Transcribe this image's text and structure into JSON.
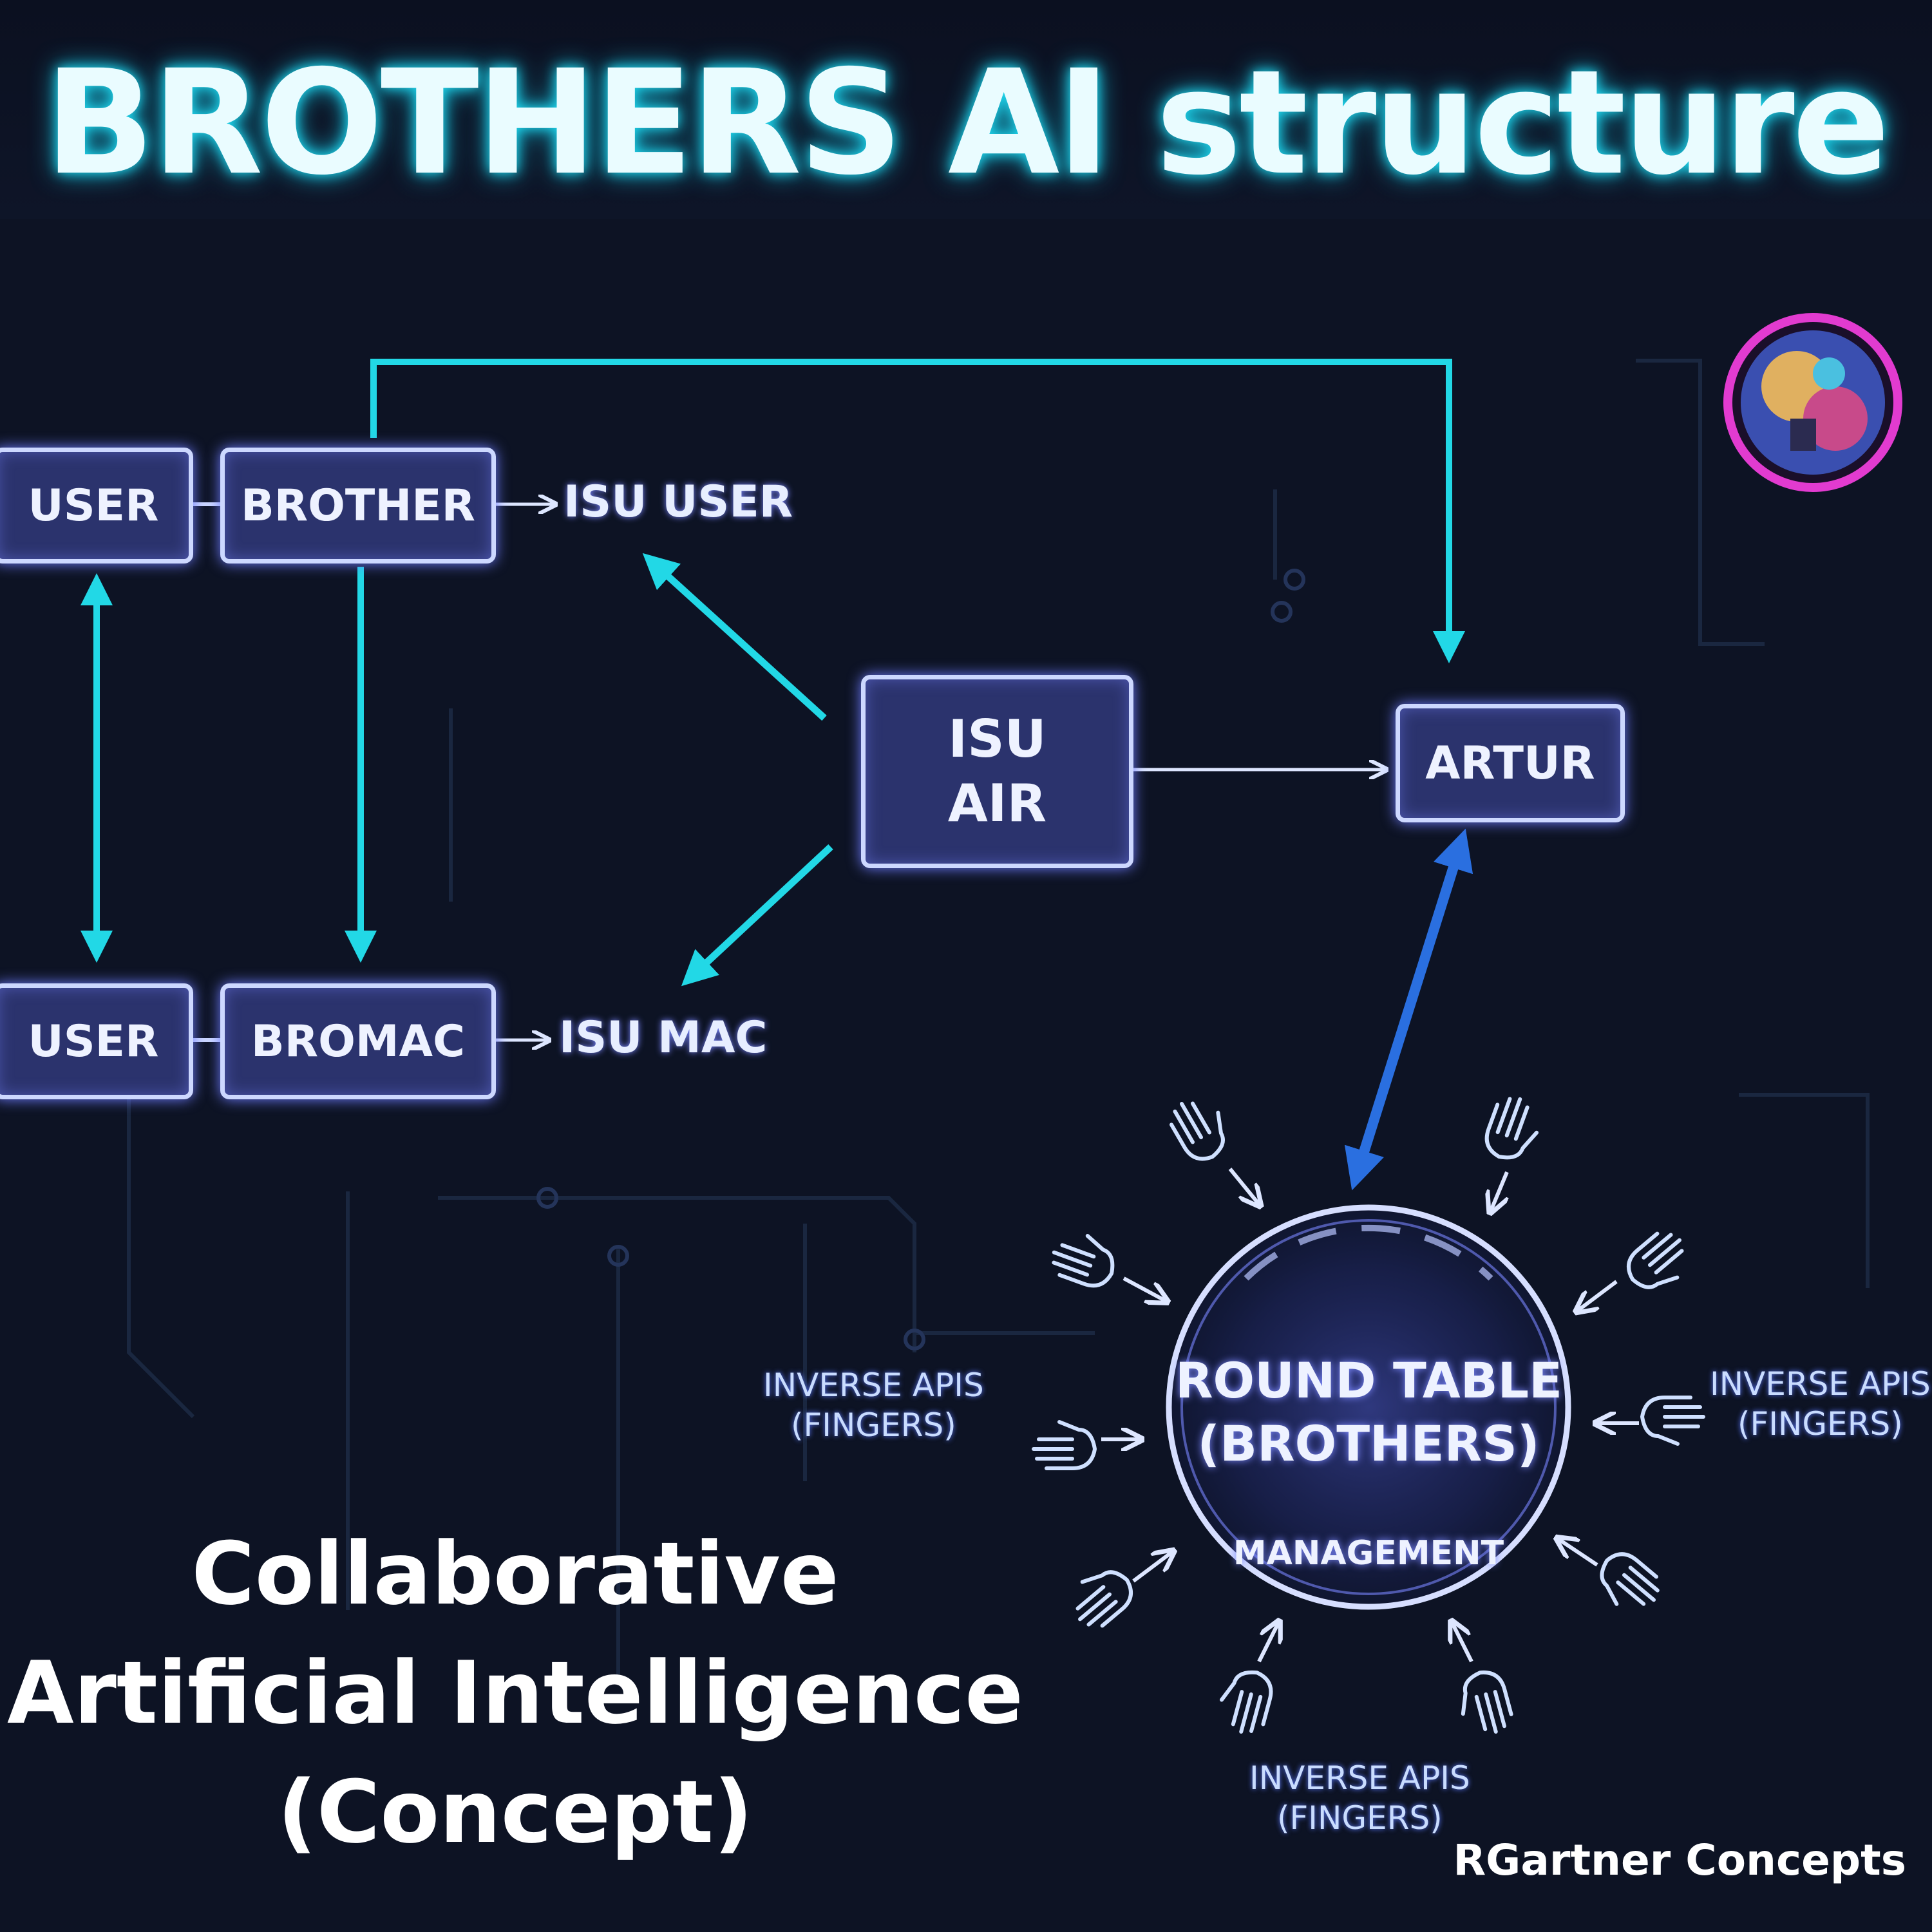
{
  "title": "BROTHERS AI structure",
  "nodes": {
    "user_top": "USER",
    "brother": "BROTHER",
    "isu_user": "ISU USER",
    "user_bottom": "USER",
    "bromac": "BROMAC",
    "isu_mac": "ISU MAC",
    "isu_air_line1": "ISU",
    "isu_air_line2": "AIR",
    "artur": "ARTUR"
  },
  "round_table": {
    "line1": "ROUND TABLE",
    "line2": "(BROTHERS)",
    "caption": "MANAGEMENT"
  },
  "inverse_apis": {
    "line1": "INVERSE APIS",
    "line2": "(FINGERS)"
  },
  "subtitle": {
    "line1": "Collaborative",
    "line2": "Artificial Intelligence",
    "line3": "(Concept)"
  },
  "credit": "RGartner Concepts",
  "colors": {
    "background": "#0d1324",
    "connector": "#22d8e6",
    "node_border": "#cdd8ff",
    "node_fill": "#464eaa",
    "blue_arrow": "#2a6fe0"
  },
  "icons": [
    "hand-icon",
    "logo-avatar-icon"
  ]
}
